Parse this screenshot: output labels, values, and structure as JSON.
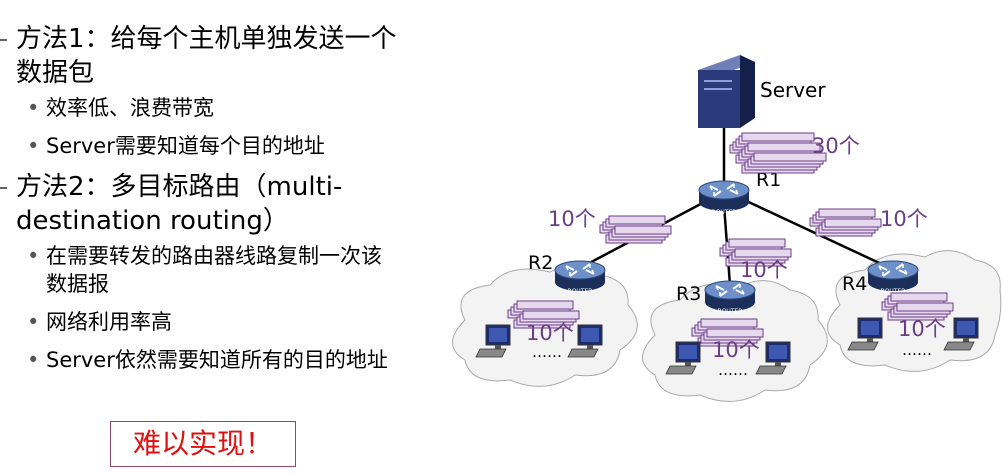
{
  "text": {
    "method1_title": "方法1：给每个主机单独发送一个",
    "method1_title_cont": "数据包",
    "method1_b1": "效率低、浪费带宽",
    "method1_b2": "Server需要知道每个目的地址",
    "method2_title": "方法2：多目标路由（multi-",
    "method2_title_cont": "destination routing）",
    "method2_b1": "在需要转发的路由器线路复制一次该",
    "method2_b1_cont": "数据报",
    "method2_b2": "网络利用率高",
    "method2_b3": "Server依然需要知道所有的目的地址",
    "conclusion": "难以实现！"
  },
  "diagram": {
    "server_label": "Server",
    "router_labels": {
      "r1": "R1",
      "r2": "R2",
      "r3": "R3",
      "r4": "R4"
    },
    "router_badge": "ROUTER",
    "counts": {
      "server_link": "30个",
      "r1_r2": "10个",
      "r1_r3": "10个",
      "r1_r4": "10个",
      "lan2": "10个",
      "lan3": "10个",
      "lan4": "10个"
    },
    "ellipsis": "……",
    "colors": {
      "packet_fill": "#e6d9ee",
      "packet_stroke": "#6a3d85",
      "count_text": "#6a3d85"
    }
  }
}
